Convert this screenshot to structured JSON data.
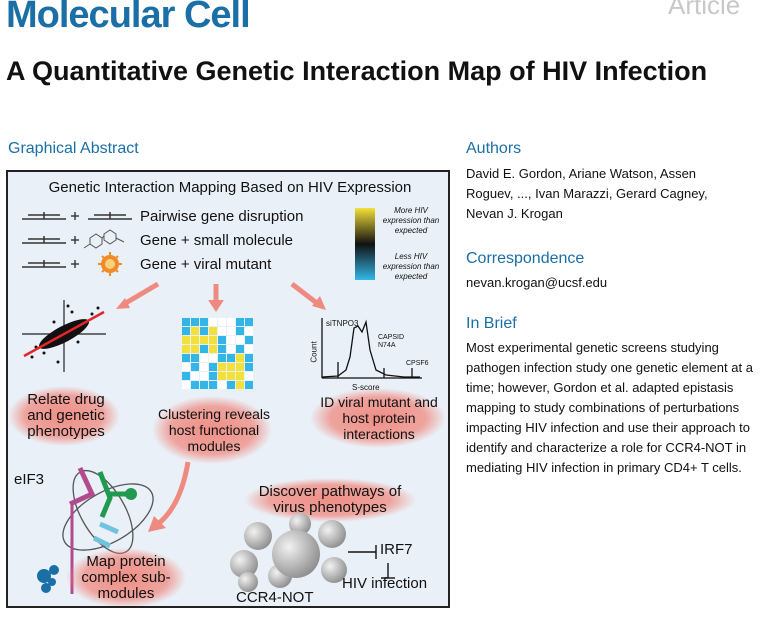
{
  "header": {
    "journal": "Molecular Cell",
    "article_tag": "Article",
    "title": "A Quantitative Genetic Interaction Map of HIV Infection"
  },
  "graphical_abstract": {
    "heading": "Graphical Abstract",
    "box_title": "Genetic Interaction Mapping Based on HIV Expression",
    "rows": [
      "Pairwise gene disruption",
      "Gene + small molecule",
      "Gene + viral mutant"
    ],
    "legend_more": "More HIV expression than expected",
    "legend_less": "Less HIV expression than expected",
    "panel_relate": "Relate drug and genetic phenotypes",
    "panel_cluster": "Clustering reveals host functional modules",
    "panel_id": "ID viral mutant and host protein interactions",
    "hist_gene": "siTNPO3",
    "hist_capsid": "CAPSID N74A",
    "hist_cpsf6": "CPSF6",
    "hist_xlabel": "S-score",
    "hist_ylabel": "Count",
    "panel_map": "Map protein complex sub-modules",
    "label_eif3": "eIF3",
    "panel_discover": "Discover pathways of virus phenotypes",
    "label_irf7": "IRF7",
    "label_hiv_infection": "HIV infection",
    "label_ccr4": "CCR4-NOT"
  },
  "authors": {
    "heading": "Authors",
    "names": "David E. Gordon, Ariane Watson, Assen Roguev, ..., Ivan Marazzi, Gerard Cagney, Nevan J. Krogan"
  },
  "correspondence": {
    "heading": "Correspondence",
    "email": "nevan.krogan@ucsf.edu"
  },
  "in_brief": {
    "heading": "In Brief",
    "text": "Most experimental genetic screens studying pathogen infection study one genetic element at a time; however, Gordon et al. adapted epistasis mapping to study combinations of perturbations impacting HIV infection and use their approach to identify and characterize a role for CCR4-NOT in mediating HIV infection in primary CD4+ T cells."
  },
  "colors": {
    "brand_blue": "#1a6fa6",
    "highlight_red": "#ef8a80",
    "heat_yellow": "#f3e03a",
    "heat_blue": "#33b6e6"
  }
}
